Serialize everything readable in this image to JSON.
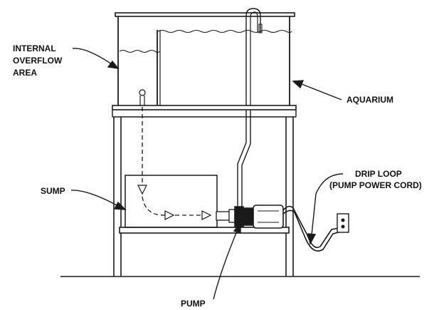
{
  "labels": {
    "internal_overflow_area": [
      "INTERNAL",
      "OVERFLOW",
      "AREA"
    ],
    "aquarium": "AQUARIUM",
    "drip_loop": [
      "DRIP LOOP",
      "(PUMP POWER CORD)"
    ],
    "sump": "SUMP",
    "pump": "PUMP"
  },
  "colors": {
    "line": "#1a1a1a",
    "background": "#ffffff"
  }
}
